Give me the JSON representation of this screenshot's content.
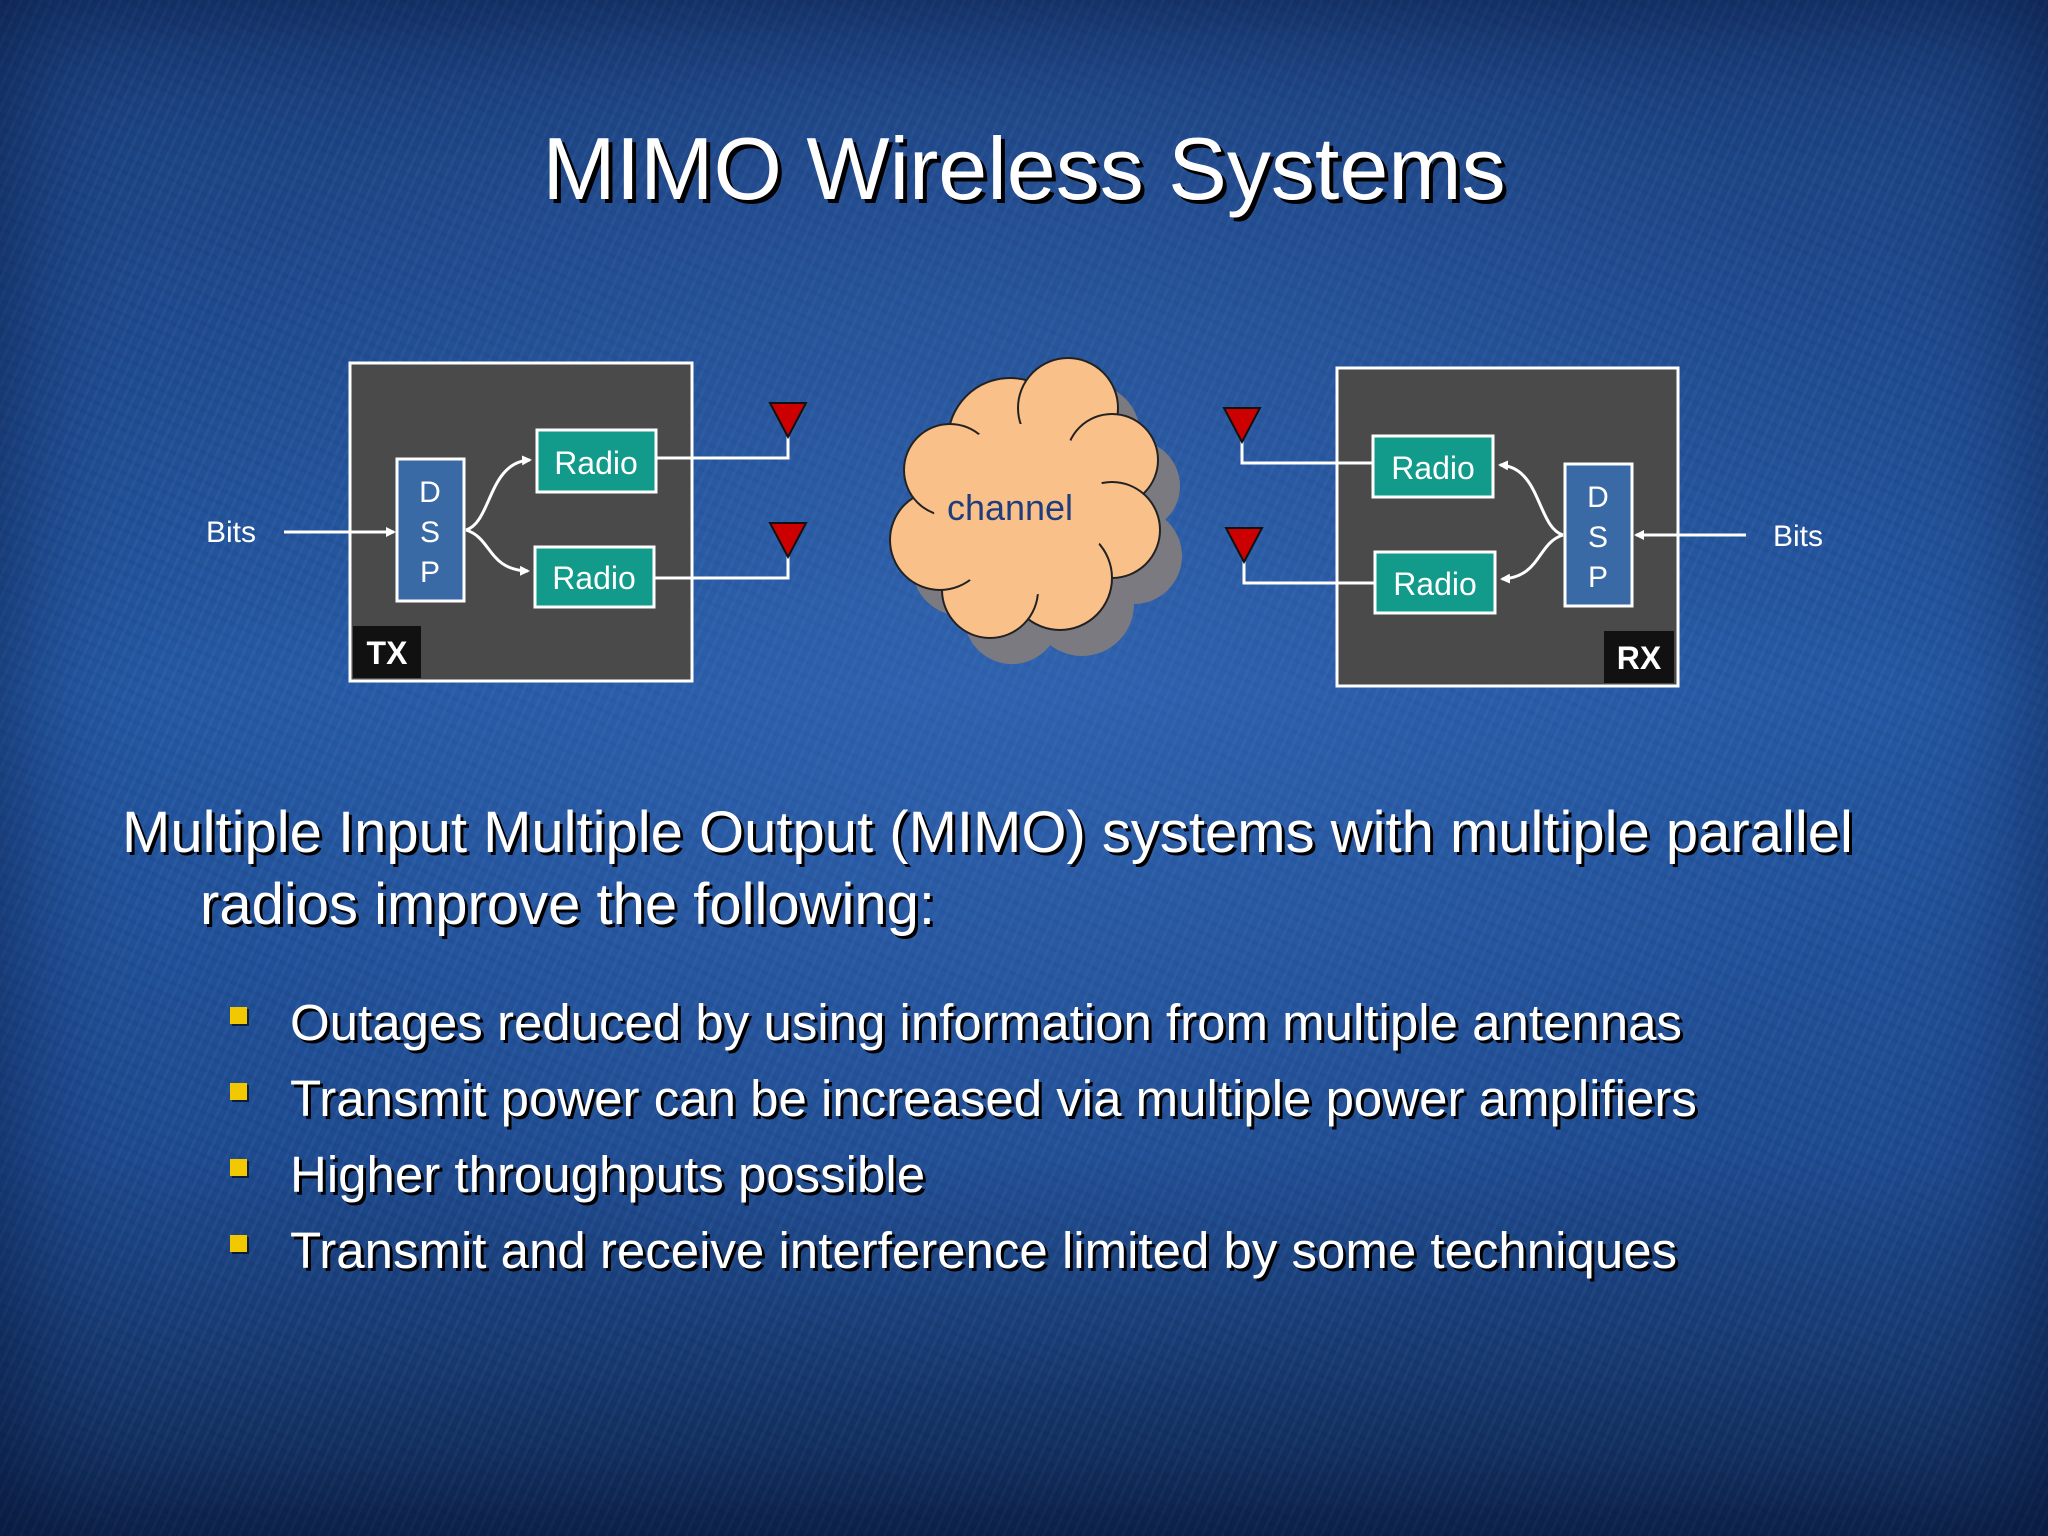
{
  "slide": {
    "title": "MIMO Wireless Systems"
  },
  "diagram": {
    "tx": {
      "label": "TX",
      "dsp_letters": [
        "D",
        "S",
        "P"
      ],
      "radio_top": "Radio",
      "radio_bottom": "Radio",
      "input_label": "Bits"
    },
    "channel_label": "channel",
    "rx": {
      "label": "RX",
      "dsp_letters": [
        "D",
        "S",
        "P"
      ],
      "radio_top": "Radio",
      "radio_bottom": "Radio",
      "output_label": "Bits"
    },
    "colors": {
      "box_fill": "#4a4a4a",
      "dsp_fill": "#3a6aa5",
      "radio_fill": "#129a8a",
      "cloud_fill": "#f9c08a",
      "cloud_shadow": "#7a7a80",
      "antenna": "#cc0000",
      "wire": "#ffffff"
    }
  },
  "body": {
    "lead": "Multiple Input Multiple Output (MIMO) systems with multiple parallel radios improve the following:",
    "bullets": [
      "Outages reduced by using information from multiple antennas",
      "Transmit power can be increased via multiple power amplifiers",
      "Higher throughputs possible",
      "Transmit and receive interference limited by some techniques"
    ],
    "bullet_color": "#f2c800"
  }
}
